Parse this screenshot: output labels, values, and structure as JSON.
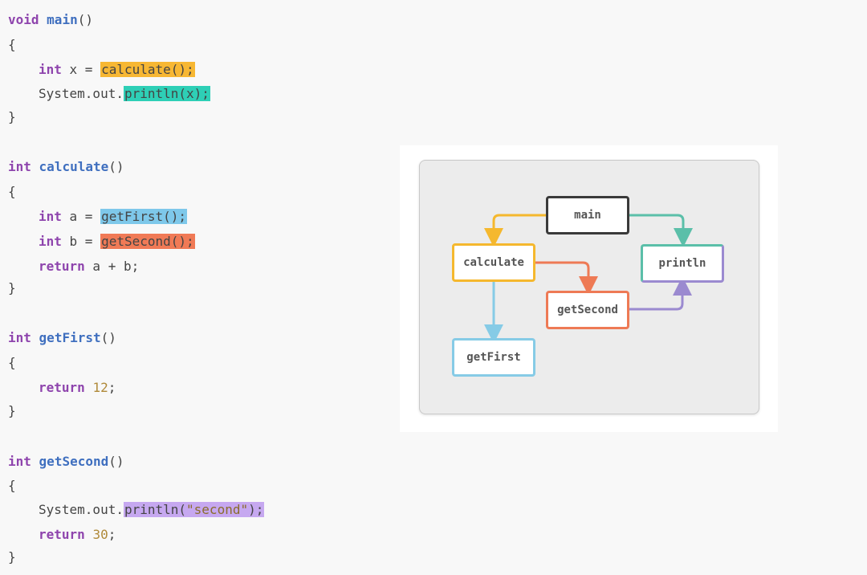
{
  "code": {
    "main": {
      "sig": {
        "kw": "void",
        "fn": "main",
        "rest": "()"
      },
      "open": "{",
      "l1": {
        "kw": "int",
        "text": " x = ",
        "hl": "calculate();"
      },
      "l2": {
        "text": "System.out.",
        "hl": "println(x);"
      },
      "close": "}"
    },
    "calculate": {
      "sig": {
        "kw": "int",
        "fn": "calculate",
        "rest": "()"
      },
      "open": "{",
      "l1": {
        "kw": "int",
        "text": " a = ",
        "hl": "getFirst();"
      },
      "l2": {
        "kw": "int",
        "text": " b = ",
        "hl": "getSecond();"
      },
      "l3": {
        "kw": "return",
        "text": " a + b;"
      },
      "close": "}"
    },
    "getFirst": {
      "sig": {
        "kw": "int",
        "fn": "getFirst",
        "rest": "()"
      },
      "open": "{",
      "l1": {
        "kw": "return",
        "num": "12",
        "semi": ";"
      },
      "close": "}"
    },
    "getSecond": {
      "sig": {
        "kw": "int",
        "fn": "getSecond",
        "rest": "()"
      },
      "open": "{",
      "l1": {
        "text": "System.out.",
        "hl_a": "println(",
        "hl_str": "\"second\"",
        "hl_b": ");"
      },
      "l2": {
        "kw": "return",
        "num": "30",
        "semi": ";"
      },
      "close": "}"
    }
  },
  "diagram": {
    "nodes": {
      "main": "main",
      "calculate": "calculate",
      "println": "println",
      "getSecond": "getSecond",
      "getFirst": "getFirst"
    },
    "colors": {
      "main": "#3a3a3a",
      "calculate": "#f5b82e",
      "println": "#5bbfa9",
      "getSecond": "#ee7a55",
      "getFirst": "#86cbe6",
      "purple": "#9b8ad0"
    }
  }
}
